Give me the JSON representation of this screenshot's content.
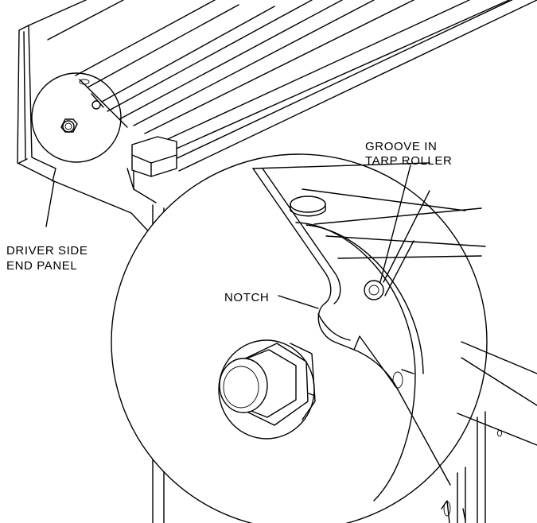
{
  "labels": {
    "groove_line1": "GROOVE IN",
    "groove_line2": "TARP ROLLER",
    "notch": "NOTCH",
    "panel_line1": "DRIVER SIDE",
    "panel_line2": "END PANEL"
  },
  "colors": {
    "ink": "#000000",
    "paper": "#ffffff"
  }
}
